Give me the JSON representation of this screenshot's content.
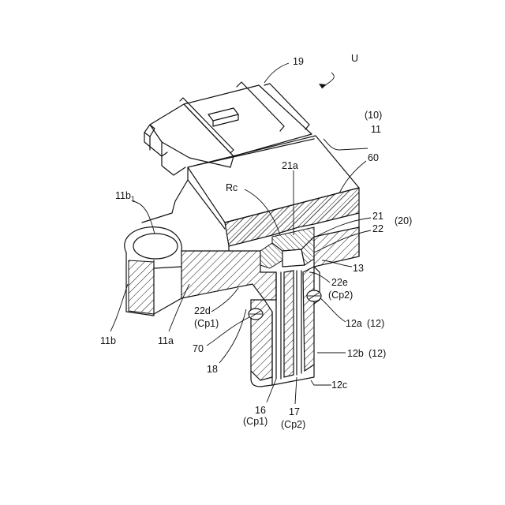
{
  "figure": {
    "labels": {
      "U": "U",
      "n19": "19",
      "n10": "(10)",
      "n11": "11",
      "n60": "60",
      "n21a": "21a",
      "Rc": "Rc",
      "n11b1": "11b",
      "n11b1_sub": "1",
      "n21": "21",
      "n20": "(20)",
      "n22": "22",
      "n13": "13",
      "n22e": "22e",
      "cp2_a": "(Cp2)",
      "n12a": "12a",
      "n12_a": "(12)",
      "n22d": "22d",
      "cp1_a": "(Cp1)",
      "n11b": "11b",
      "n11a": "11a",
      "n70": "70",
      "n18": "18",
      "n12b": "12b",
      "n12_b": "(12)",
      "n12c": "12c",
      "n16": "16",
      "cp1_b": "(Cp1)",
      "n17": "17",
      "cp2_b": "(Cp2)"
    }
  }
}
